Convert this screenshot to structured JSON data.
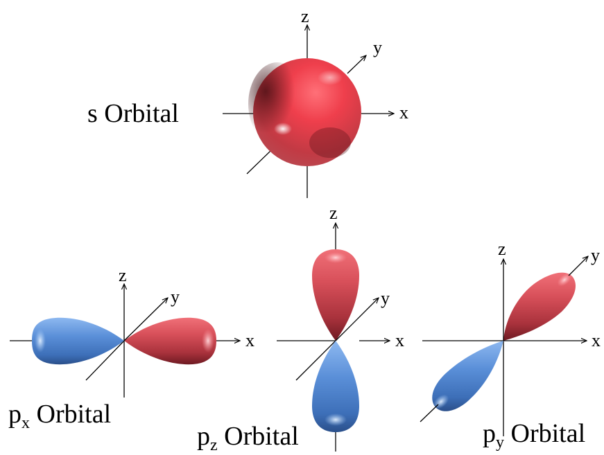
{
  "axes": {
    "x": "x",
    "y": "y",
    "z": "z"
  },
  "orbitals": {
    "s": {
      "name": "s",
      "suffix": " Orbital"
    },
    "px": {
      "letter": "p",
      "subscript": "x",
      "suffix": " Orbital"
    },
    "pz": {
      "letter": "p",
      "subscript": "z",
      "suffix": " Orbital"
    },
    "py": {
      "letter": "p",
      "subscript": "y",
      "suffix": " Orbital"
    }
  },
  "colors": {
    "positive_lobe": "#d9464f",
    "negative_lobe": "#4f86d4",
    "axis": "#000000"
  }
}
